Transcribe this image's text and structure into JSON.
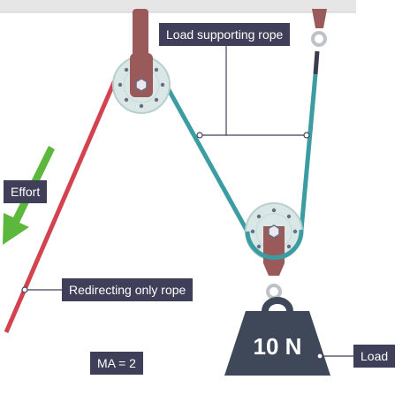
{
  "labels": {
    "load_supporting_rope": "Load supporting rope",
    "effort": "Effort",
    "redirecting_only_rope": "Redirecting only rope",
    "load": "Load",
    "mechanical_advantage": "MA = 2"
  },
  "weight": {
    "text": "10 N"
  },
  "colors": {
    "ceiling": "#e6e6e6",
    "effort_rope": "#d2434f",
    "support_rope": "#3b9da1",
    "rope_end": "#3c3c50",
    "arrow": "#5cb83c",
    "pulley_wheel": "#d9e8e6",
    "bracket": "#9a5a5a",
    "weight": "#3f4858",
    "label_bg": "#3f3f59",
    "hook": "#bfc3c8"
  },
  "icons": [
    "pulley-wheel-icon",
    "weight-icon",
    "hook-icon",
    "arrow-down-left-icon"
  ]
}
